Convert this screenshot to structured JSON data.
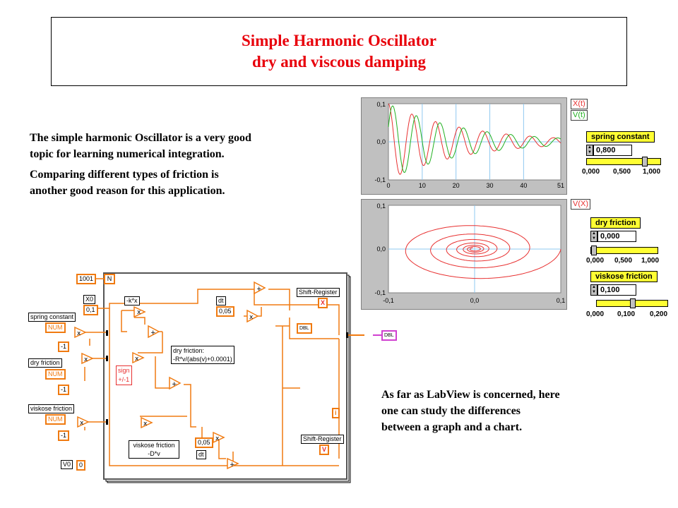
{
  "title": {
    "line1": "Simple Harmonic Oscillator",
    "line2": "dry and viscous damping"
  },
  "paragraphs": {
    "p1a": "The simple harmonic Oscillator is a very good",
    "p1b": "topic for learning numerical integration.",
    "p2a": "Comparing different types of friction is",
    "p2b": "another good reason for this application.",
    "p3a": "As far as LabView is concerned, here",
    "p3b": "one can study the differences",
    "p3c": "between a graph and a chart."
  },
  "chart1": {
    "legend": [
      "X(t)",
      "V(t)"
    ],
    "y_ticks": [
      "0,1",
      "0,0",
      "-0,1"
    ],
    "x_ticks": [
      "0",
      "10",
      "20",
      "30",
      "40",
      "51"
    ]
  },
  "chart2": {
    "legend": [
      "V(X)"
    ],
    "y_ticks": [
      "0,1",
      "0,0",
      "-0,1"
    ],
    "x_ticks": [
      "-0,1",
      "0,0",
      "0,1"
    ]
  },
  "controls": {
    "spring": {
      "label": "spring constant",
      "value": "0,800",
      "ticks": [
        "0,000",
        "0,500",
        "1,000"
      ],
      "level": 0.8
    },
    "dry": {
      "label": "dry friction",
      "value": "0,000",
      "ticks": [
        "0,000",
        "0,500",
        "1,000"
      ],
      "level": 0.0
    },
    "viscous": {
      "label": "viskose friction",
      "value": "0,100",
      "ticks": [
        "0,000",
        "0,100",
        "0,200"
      ],
      "level": 0.5
    }
  },
  "diagram": {
    "n_const": "1001",
    "n_label": "N",
    "x0": "X0",
    "x0_val": "0,1",
    "minus_kx": "-k*x",
    "dt": "dt",
    "dt_val": "0,05",
    "dt_val2": "0,05",
    "dt2": "dt",
    "shift1": "Shift-Register",
    "shift2": "Shift-Register",
    "spring_lbl": "spring constant",
    "dry_lbl": "dry friction",
    "visc_lbl": "viskose friction",
    "num": "NUM",
    "neg1": "-1",
    "dry_formula1": "dry friction:",
    "dry_formula2": "-R*v/(abs(v)+0.0001)",
    "sign1": "sign",
    "sign2": "+/-1",
    "visc_formula1": "viskose friction",
    "visc_formula2": "-D*v",
    "v0": "V0",
    "v0_val": "0",
    "i_label": "i",
    "x_mark": "X",
    "v_mark": "V",
    "dbl": "DBL"
  },
  "colors": {
    "title": "#e8000b",
    "orange": "#f07a10",
    "x_curve": "#e83030",
    "v_curve": "#20b020",
    "grid": "#8fc8f0",
    "yellow": "#ffff33"
  }
}
